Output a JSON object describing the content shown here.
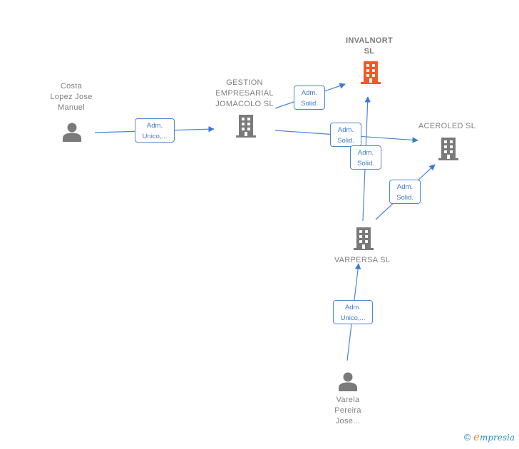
{
  "colors": {
    "edge": "#4a86d8",
    "node_gray": "#7a7a7a",
    "highlight": "#f05a28"
  },
  "nodes": [
    {
      "id": "costa",
      "type": "person",
      "label": "Costa\nLopez Jose\nManuel",
      "icon": "person-icon"
    },
    {
      "id": "gestion",
      "type": "company",
      "label": "GESTION\nEMPRESARIAL\nJOMACOLO  SL",
      "icon": "building-icon"
    },
    {
      "id": "invalnort",
      "type": "company",
      "label": "INVALNORT\nSL",
      "icon": "building-icon",
      "highlight": true
    },
    {
      "id": "aceroled",
      "type": "company",
      "label": "ACEROLED  SL",
      "icon": "building-icon"
    },
    {
      "id": "varpersa",
      "type": "company",
      "label": "VARPERSA  SL",
      "icon": "building-icon"
    },
    {
      "id": "varela",
      "type": "person",
      "label": "Varela\nPereira\nJose...",
      "icon": "person-icon"
    }
  ],
  "edges": [
    {
      "from": "costa",
      "to": "gestion",
      "label": [
        "Adm.",
        "Unico,..."
      ]
    },
    {
      "from": "gestion",
      "to": "invalnort",
      "label": [
        "Adm.",
        "Solid."
      ]
    },
    {
      "from": "gestion",
      "to": "aceroled",
      "label": [
        "Adm.",
        "Solid."
      ]
    },
    {
      "from": "varpersa",
      "to": "invalnort",
      "label": [
        "Adm.",
        "Solid."
      ]
    },
    {
      "from": "varpersa",
      "to": "aceroled",
      "label": [
        "Adm.",
        "Solid."
      ]
    },
    {
      "from": "varela",
      "to": "varpersa",
      "label": [
        "Adm.",
        "Unico,..."
      ]
    }
  ],
  "footer": {
    "copyright": "©",
    "brand_initial": "e",
    "brand_rest": "mpresia"
  }
}
